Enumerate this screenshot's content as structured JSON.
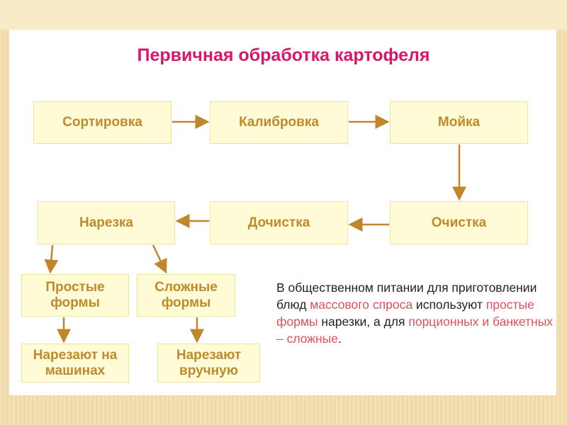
{
  "title": "Первичная обработка картофеля",
  "steps": {
    "sort": "Сортировка",
    "calib": "Калибровка",
    "wash": "Мойка",
    "peel": "Очистка",
    "finish": "Дочистка",
    "cut": "Нарезка"
  },
  "forms": {
    "simple": "Простые формы",
    "complex": "Сложные формы"
  },
  "methods": {
    "machine": "Нарезают на машинах",
    "manual": "Нарезают вручную"
  },
  "note": {
    "p1": "В общественном питании для приготовлении блюд ",
    "h1": "массового спроса",
    "p2": " используют ",
    "h2": "простые формы",
    "p3": " нарезки, а для ",
    "h3": "порционных и банкетных – сложные",
    "p4": "."
  },
  "colors": {
    "title": "#d6186a",
    "box_text": "#c08a2a",
    "arrow": "#c0862a",
    "highlight": "#e2505a"
  }
}
